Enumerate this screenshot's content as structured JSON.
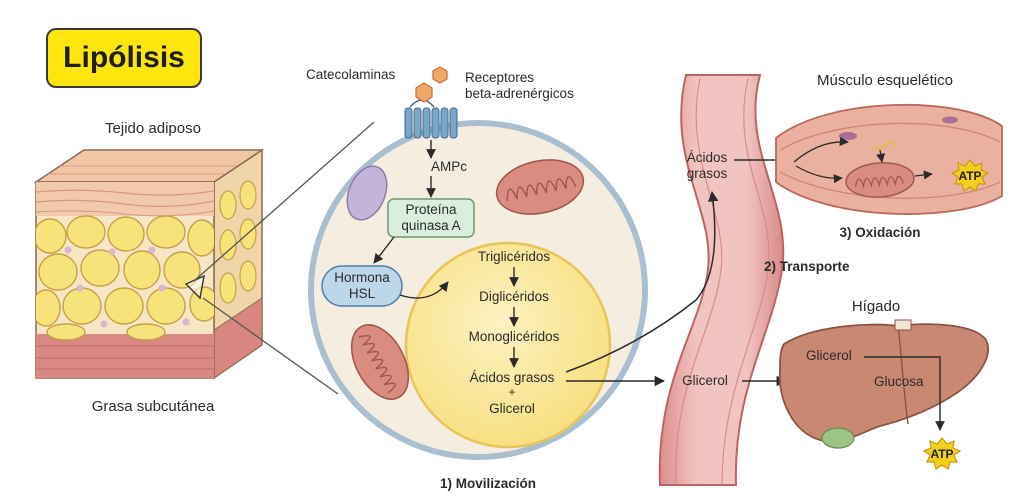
{
  "title": "Lipólisis",
  "adipose": {
    "tissue_label": "Tejido adiposo",
    "fat_label": "Grasa subcutánea"
  },
  "signal": {
    "catecholamines": "Catecolaminas",
    "receptors_line1": "Receptores",
    "receptors_line2": "beta-adrenérgicos",
    "camp": "AMPc",
    "pka_line1": "Proteína",
    "pka_line2": "quinasa A",
    "hsl_line1": "Hormona",
    "hsl_line2": "HSL"
  },
  "cascade": {
    "steps": [
      "Triglicéridos",
      "Diglicéridos",
      "Monoglicéridos"
    ],
    "product_line1": "Ácidos grasos",
    "product_plus": "+",
    "product_line2": "Glicerol"
  },
  "stages": {
    "mobilization": "1) Movilización",
    "transport": "2) Transporte",
    "oxidation": "3) Oxidación"
  },
  "vessel": {
    "fatty_acids_line1": "Ácidos",
    "fatty_acids_line2": "grasos",
    "glycerol": "Glicerol"
  },
  "muscle": {
    "label": "Músculo esquelético",
    "atp": "ATP"
  },
  "liver": {
    "label": "Hígado",
    "glycerol": "Glicerol",
    "glucose": "Glucosa",
    "atp": "ATP"
  },
  "colors": {
    "title_bg": "#fde60e",
    "fat_cell": "#f8e27a",
    "cell_cytoplasm": "#f5ede0",
    "cell_membrane": "#a9bfd0",
    "lipid_droplet": "#fbe9a0",
    "pka_box": "#d9eedd",
    "hsl_box": "#bcd6ea",
    "mitochondria": "#d98c7f",
    "vessel": "#eba9a7",
    "muscle": "#eab0a0",
    "liver": "#c98872",
    "atp_burst": "#f3cf1f"
  }
}
